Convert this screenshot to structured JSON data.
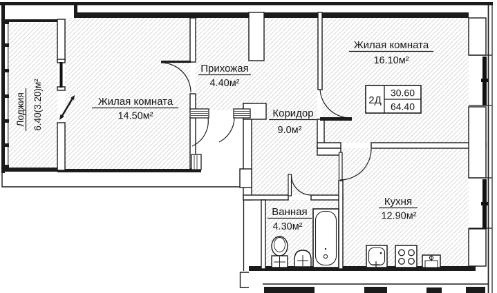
{
  "plan": {
    "rooms": [
      {
        "id": "loggia",
        "name": "Лоджия",
        "area": "6.40(3.20)м²"
      },
      {
        "id": "living1",
        "name": "Жилая комната",
        "area": "14.50м²"
      },
      {
        "id": "hallway",
        "name": "Прихожая",
        "area": "4.40м²"
      },
      {
        "id": "corridor",
        "name": "Коридор",
        "area": "9.0м²"
      },
      {
        "id": "living2",
        "name": "Жилая комната",
        "area": "16.10м²"
      },
      {
        "id": "bathroom",
        "name": "Ванная",
        "area": "4.30м²"
      },
      {
        "id": "kitchen",
        "name": "Кухня",
        "area": "12.90м²"
      }
    ],
    "info_box": {
      "type_label": "2Д",
      "living_area": "30.60",
      "total_area": "64.40"
    },
    "colors": {
      "wall": "#1b1b1b",
      "hatch": "#d7d7d7",
      "background": "#ffffff"
    }
  }
}
